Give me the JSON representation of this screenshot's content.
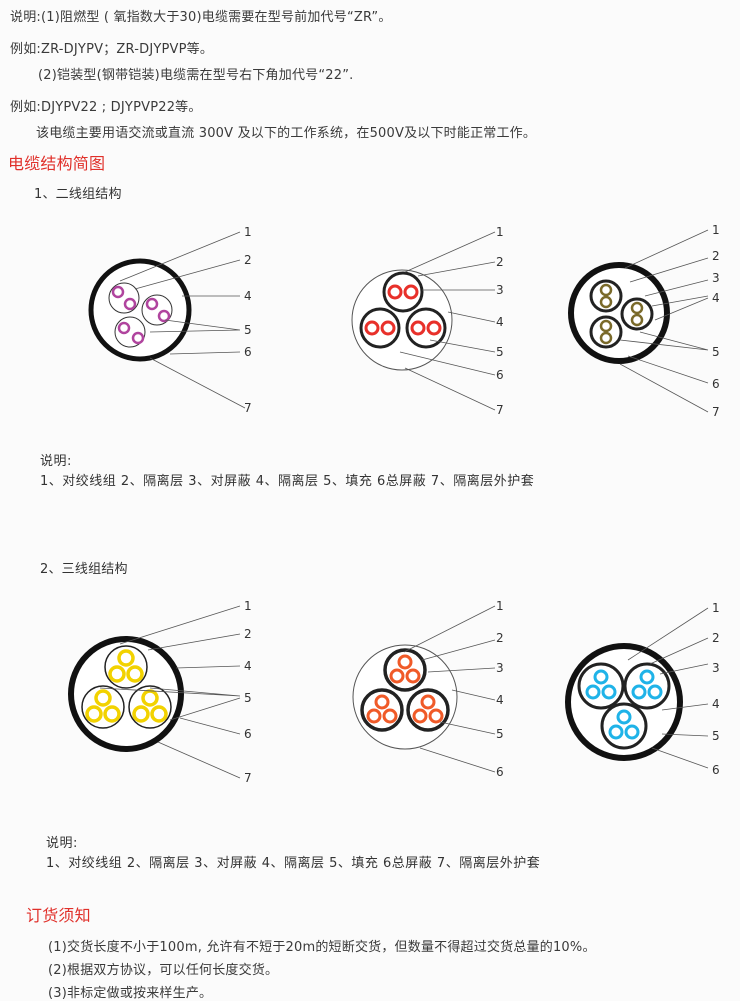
{
  "intro": {
    "line1": "说明:(1)阻燃型 ( 氧指数大于30)电缆需要在型号前加代号“ZR”。",
    "line2": "例如:ZR-DJYPV；ZR-DJYPVP等。",
    "line3": "(2)铠装型(钢带铠装)电缆需在型号右下角加代号“22”.",
    "line4": "例如:DJYPV22 ; DJYPVP22等。",
    "line5": "该电缆主要用语交流或直流 300V 及以下的工作系统，在500V及以下时能正常工作。"
  },
  "section_title": "电缆结构简图",
  "two_pair": {
    "heading": "1、二线组结构",
    "d1_labels": [
      "1",
      "2",
      "4",
      "5",
      "6",
      "7"
    ],
    "d2_labels": [
      "1",
      "2",
      "3",
      "4",
      "5",
      "6",
      "7"
    ],
    "d3_labels": [
      "1",
      "2",
      "3",
      "4",
      "5",
      "6",
      "7"
    ],
    "legend_title": "说明:",
    "legend": "1、对绞线组    2、隔离层   3、对屏蔽    4、隔离层    5、填充   6总屏蔽    7、隔离层外护套"
  },
  "three_pair": {
    "heading": "2、三线组结构",
    "d1_labels": [
      "1",
      "2",
      "4",
      "5",
      "6",
      "7"
    ],
    "d2_labels": [
      "1",
      "2",
      "3",
      "4",
      "5",
      "6"
    ],
    "d3_labels": [
      "1",
      "2",
      "3",
      "4",
      "5",
      "6"
    ],
    "legend_title": "说明:",
    "legend": "1、对绞线组    2、隔离层   3、对屏蔽    4、隔离层    5、填充    6总屏蔽    7、隔离层外护套"
  },
  "order": {
    "title": "订货须知",
    "items": [
      "(1)交货长度不小于100m, 允许有不短于20m的短断交货，但数量不得超过交货总量的10%。",
      "(2)根据双方协议，可以任何长度交货。",
      "(3)非标定做或按来样生产。"
    ]
  },
  "colors": {
    "accent_red": "#e0302a",
    "purple": "#b0449e",
    "red": "#e8302a",
    "olive": "#7a6a2a",
    "yellow": "#f2d200",
    "orange": "#f05a28",
    "cyan": "#1fb3e8"
  }
}
